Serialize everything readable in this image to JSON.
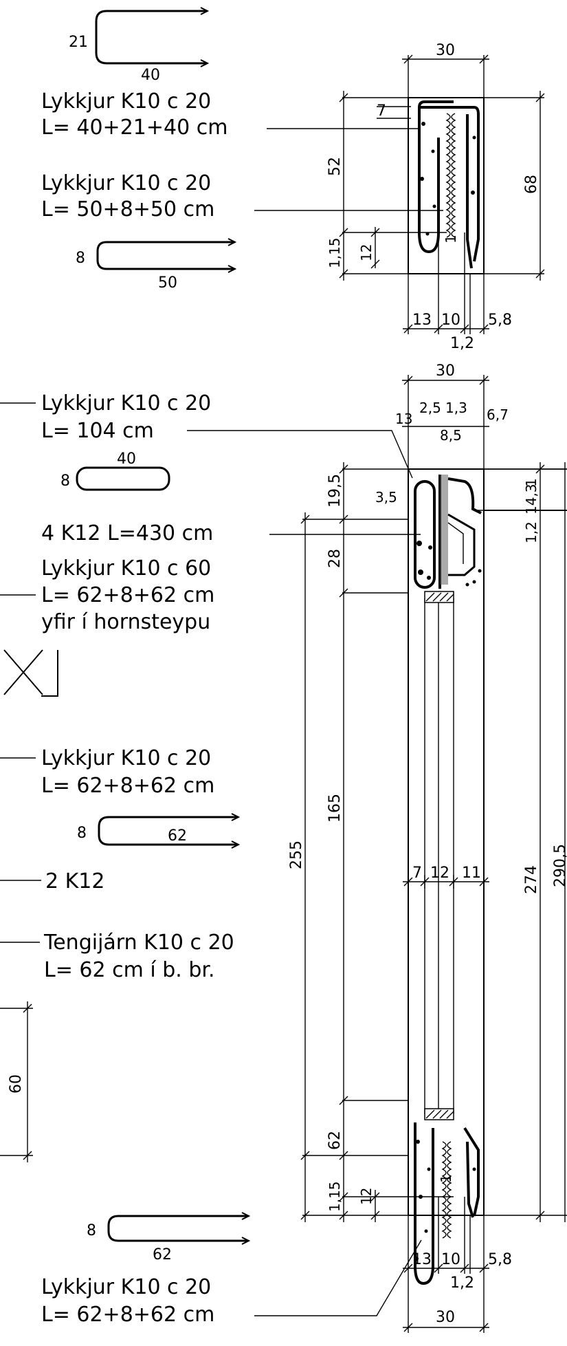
{
  "notes": {
    "n1_line1": "Lykkjur K10 c 20",
    "n1_line2": "L= 40+21+40 cm",
    "n2_line1": "Lykkjur K10 c 20",
    "n2_line2": "L= 50+8+50 cm",
    "n3_line1": "Lykkjur K10 c 20",
    "n3_line2": "L= 104 cm",
    "n4_line1": "4 K12 L=430 cm",
    "n5_line1": "Lykkjur K10 c 60",
    "n5_line2": "L= 62+8+62 cm",
    "n5_line3": "yfir í hornsteypu",
    "n6_line1": "Lykkjur K10 c 20",
    "n6_line2": "L= 62+8+62 cm",
    "n7_line1": "2 K12",
    "n8_line1": "Tengijárn K10 c 20",
    "n8_line2": "L= 62 cm í b. br.",
    "n9_line1": "Lykkjur K10 c 20",
    "n9_line2": "L= 62+8+62 cm",
    "section_mark": "X"
  },
  "bar_shapes": {
    "s1_h": "21",
    "s1_w": "40",
    "s2_h": "8",
    "s2_w": "50",
    "s3_h": "8",
    "s3_w": "40",
    "s4_h": "8",
    "s4_w": "62",
    "s5_h": "8",
    "s5_w": "62"
  },
  "dims_top": {
    "width": "30",
    "top": "7",
    "upper": "52",
    "total": "68",
    "b115": "1,15",
    "b12": "12",
    "b1": "1",
    "w13": "13",
    "w10": "10",
    "w58": "5,8",
    "w12": "1,2"
  },
  "dims_bottom": {
    "width_top": "30",
    "t13": "13",
    "t25": "2,5",
    "t13b": "1,3",
    "t67": "6,7",
    "t85": "8,5",
    "d195": "19,5",
    "d35": "3,5",
    "d28": "28",
    "d143": "14,3",
    "d1": "1",
    "d12r": "1,2",
    "d255": "255",
    "d165": "165",
    "d274": "274",
    "d2905": "290,5",
    "m7": "7",
    "m12": "12",
    "m11": "11",
    "d62": "62",
    "d60": "60",
    "b115": "1,15",
    "b12": "12",
    "b1": "1",
    "w13": "13",
    "w10": "10",
    "w58": "5,8",
    "w12": "1,2",
    "width_bot": "30"
  }
}
